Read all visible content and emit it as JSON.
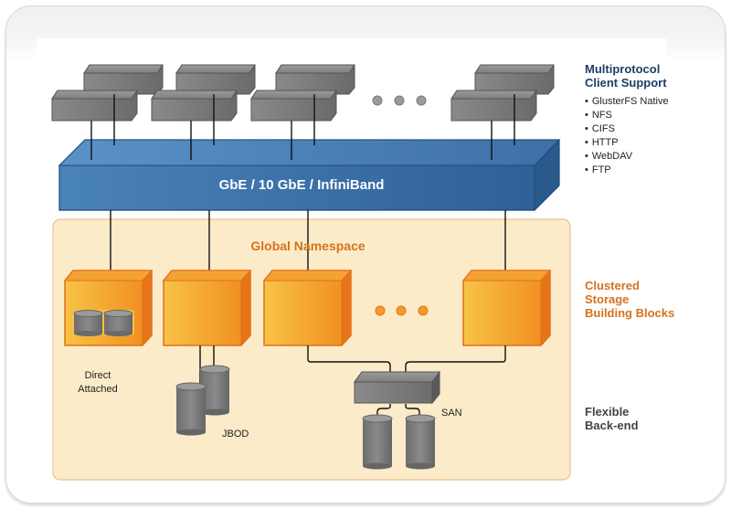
{
  "diagram": {
    "network_label": "GbE / 10 GbE / InfiniBand",
    "namespace_label": "Global Namespace",
    "direct_attached_label_line1": "Direct",
    "direct_attached_label_line2": "Attached",
    "jbod_label": "JBOD",
    "san_label": "SAN"
  },
  "sidebar": {
    "client_support_title_line1": "Multiprotocol",
    "client_support_title_line2": "Client Support",
    "protocols": [
      "GlusterFS Native",
      "NFS",
      "CIFS",
      "HTTP",
      "WebDAV",
      "FTP"
    ],
    "storage_title_line1": "Clustered",
    "storage_title_line2": "Storage",
    "storage_title_line3": "Building Blocks",
    "backend_title_line1": "Flexible",
    "backend_title_line2": "Back-end"
  },
  "colors": {
    "network_blue": "#3a6fa5",
    "storage_orange": "#f08a1e",
    "namespace_bg": "#fcebc9",
    "title_blue": "#1d3f66",
    "title_orange": "#d4731d",
    "device_gray": "#7a7a7a"
  }
}
